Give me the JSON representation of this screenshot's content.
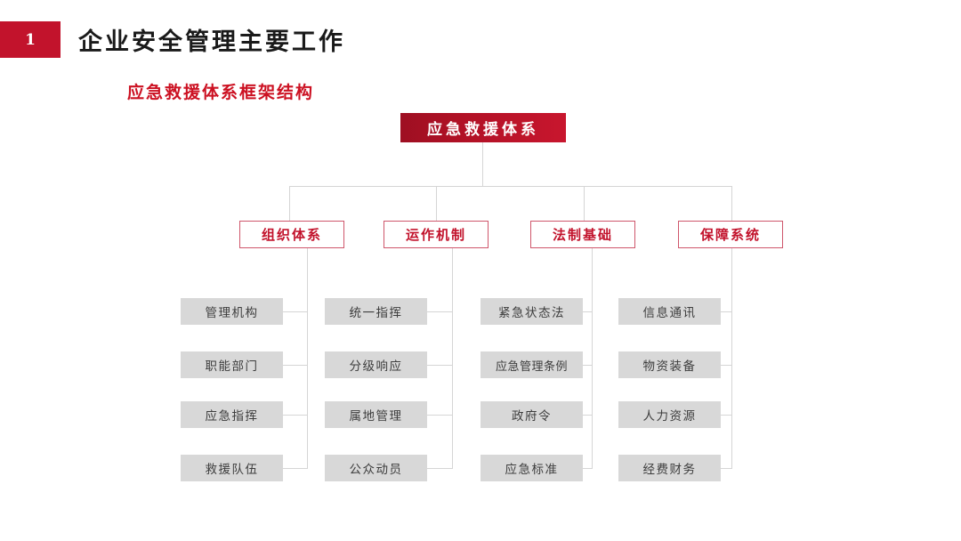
{
  "header": {
    "badge_number": "1",
    "title": "企业安全管理主要工作"
  },
  "chart": {
    "subtitle": "应急救援体系框架结构",
    "root": {
      "label": "应急救援体系"
    },
    "colors": {
      "brand_red": "#c2132c",
      "root_gradient_start": "#9e0f22",
      "root_gradient_end": "#c8162e",
      "category_border": "#cf566b",
      "category_text": "#c2132c",
      "leaf_background": "#d8d8d8",
      "leaf_text": "#3d3d3d",
      "connector": "#d5d5d5",
      "subtitle_text": "#cc1122"
    },
    "columns": [
      {
        "category": "组织体系",
        "items": [
          "管理机构",
          "职能部门",
          "应急指挥",
          "救援队伍"
        ]
      },
      {
        "category": "运作机制",
        "items": [
          "统一指挥",
          "分级响应",
          "属地管理",
          "公众动员"
        ]
      },
      {
        "category": "法制基础",
        "items": [
          "紧急状态法",
          "应急管理条例",
          "政府令",
          "应急标准"
        ]
      },
      {
        "category": "保障系统",
        "items": [
          "信息通讯",
          "物资装备",
          "人力资源",
          "经费财务"
        ]
      }
    ]
  }
}
